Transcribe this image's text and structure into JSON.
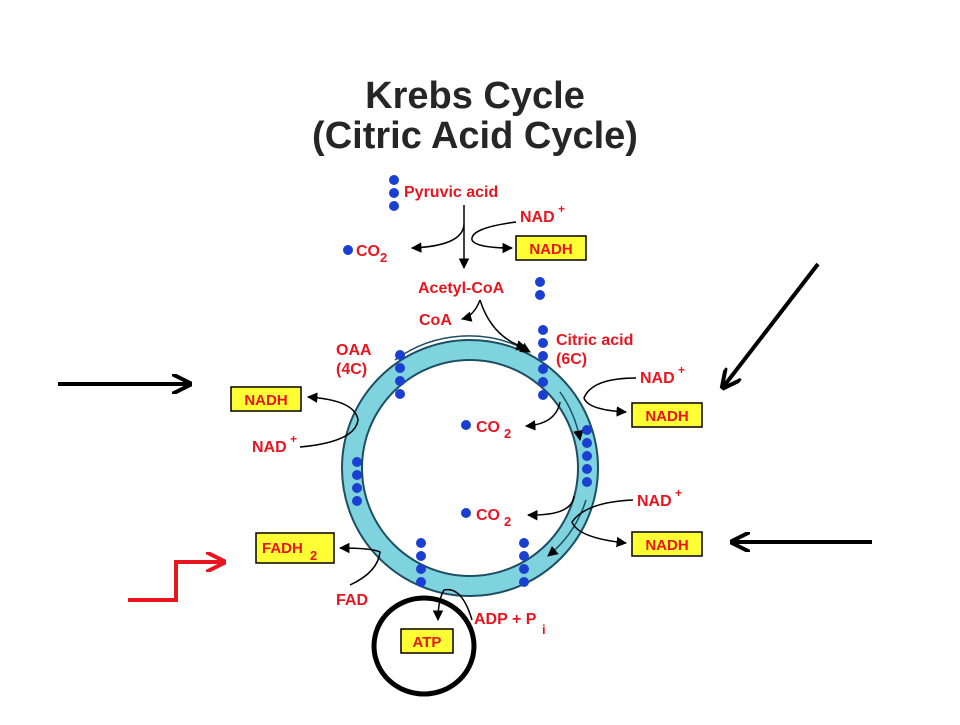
{
  "title": {
    "line1": "Krebs Cycle",
    "line2": "(Citric Acid Cycle)"
  },
  "labels": {
    "pyruvic_acid": "Pyruvic acid",
    "nad_top": "NAD",
    "nad_plus": "+",
    "nadh_top": "NADH",
    "co2_top": "CO",
    "co2_sub": "2",
    "acetyl_coa": "Acetyl-CoA",
    "coa": "CoA",
    "citric_acid_1": "Citric acid",
    "citric_acid_2": "(6C)",
    "oaa_1": "OAA",
    "oaa_2": "(4C)",
    "nad_right_1": "NAD",
    "nadh_right_1": "NADH",
    "co2_inner_1": "CO",
    "nadh_left": "NADH",
    "nad_left": "NAD",
    "co2_inner_2": "CO",
    "nad_right_2": "NAD",
    "nadh_right_2": "NADH",
    "fadh2": "FADH",
    "fadh2_sub": "2",
    "fad": "FAD",
    "atp": "ATP",
    "adp_pi": "ADP + P",
    "adp_pi_sub": "i"
  },
  "colors": {
    "label_red": "#e8151f",
    "box_fill": "#ffff33",
    "cycle_fill": "#7fd3df",
    "cycle_stroke": "#1d4f63",
    "carbon_dot": "#1b3fd0",
    "annotation_black": "#000000",
    "annotation_red": "#e8151f"
  },
  "annotations": {
    "pointer_arrows": [
      "nadh-left-arrow",
      "nadh-right-top-arrow",
      "nadh-right-bottom-arrow"
    ],
    "highlight_arrow": "fadh2-step-arrow",
    "highlight_circle": "atp-circle"
  }
}
